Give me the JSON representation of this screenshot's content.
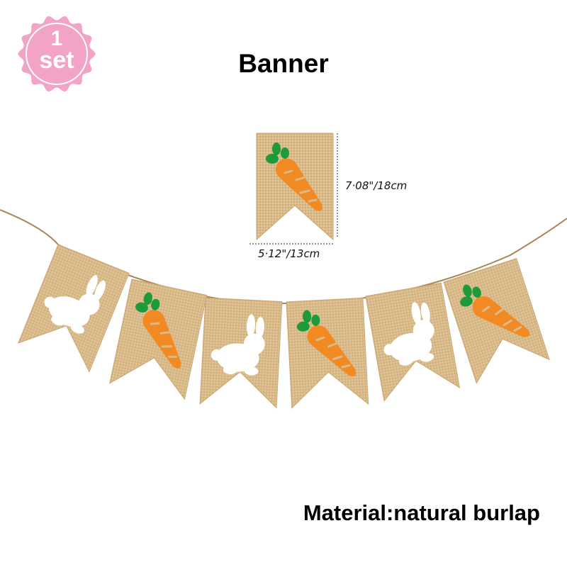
{
  "badge": {
    "number": "1",
    "unit": "set",
    "color": "#f3a3c6"
  },
  "title": "Banner",
  "dimensions": {
    "height": "7·08\"/18cm",
    "width": "5·12\"/13cm"
  },
  "material": "Material:natural burlap",
  "colors": {
    "burlap": "#d8b888",
    "carrot": "#f28a24",
    "leaf": "#1e9a3c",
    "rope": "#a98552"
  },
  "pennants": [
    "bunny",
    "carrot",
    "bunny",
    "carrot",
    "bunny",
    "carrot"
  ]
}
